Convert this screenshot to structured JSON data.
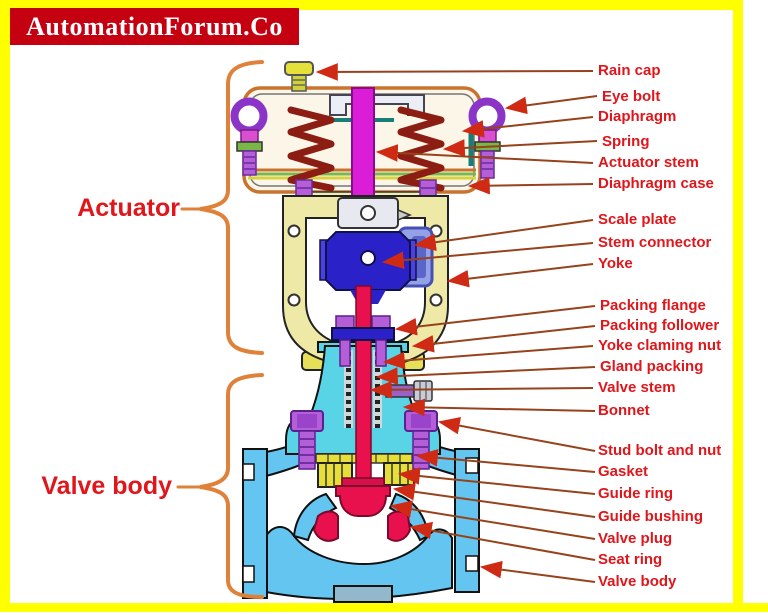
{
  "banner": {
    "text": "AutomationForum.Co"
  },
  "sections": [
    {
      "label": "Actuator"
    },
    {
      "label": "Valve body"
    }
  ],
  "parts": [
    {
      "label": "Rain cap"
    },
    {
      "label": "Eye bolt"
    },
    {
      "label": "Diaphragm"
    },
    {
      "label": "Spring"
    },
    {
      "label": "Actuator stem"
    },
    {
      "label": "Diaphragm case"
    },
    {
      "label": "Scale plate"
    },
    {
      "label": "Stem connector"
    },
    {
      "label": "Yoke"
    },
    {
      "label": "Packing flange"
    },
    {
      "label": "Packing follower"
    },
    {
      "label": "Yoke claming nut"
    },
    {
      "label": "Gland packing"
    },
    {
      "label": "Valve stem"
    },
    {
      "label": "Bonnet"
    },
    {
      "label": "Stud bolt and nut"
    },
    {
      "label": "Gasket"
    },
    {
      "label": "Guide ring"
    },
    {
      "label": "Guide bushing"
    },
    {
      "label": "Valve plug"
    },
    {
      "label": "Seat ring"
    },
    {
      "label": "Valve body"
    }
  ],
  "colors": {
    "page_border": "#FFFF00",
    "banner_bg": "#C50010",
    "banner_text": "#FFFFFF",
    "label_red": "#E0161B",
    "brace_orange": "#E0813A",
    "leader_line": "#96431C",
    "arrowhead": "#CF2A14",
    "diaphragm_case": "#C8742E",
    "spring": "#8C1D12",
    "actuator_stem": "#DA1ED8",
    "yoke": "#EFE9A8",
    "stem_connector": "#2A22C8",
    "scale_plate": "#93A2E6",
    "valve_stem": "#E8114E",
    "bonnet": "#58D4E6",
    "valve_body": "#64C6F0",
    "stud_bolt": "#B45FD8",
    "gasket": "#E6DF3A"
  }
}
